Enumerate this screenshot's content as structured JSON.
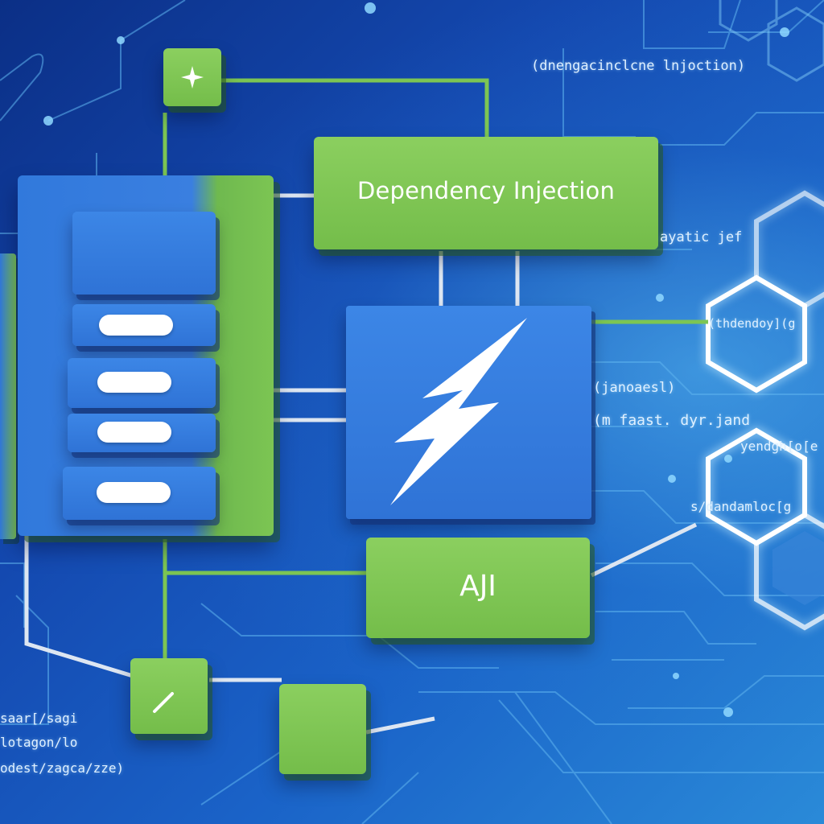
{
  "diagram": {
    "title_block_label": "Dependency Injection",
    "aji_block_label": "AJI"
  },
  "code_snippets": [
    "(dnengacinclcne lnjoction)",
    "ayatic jef",
    "(thdendoy](g",
    "(janoaesl)",
    "(m faast. dyr.jand",
    "yendgh[o[e",
    "s/dandamloc[g",
    "saar[/sagi",
    "lotagon/lo",
    "odest/zagca/zze)"
  ],
  "colors": {
    "green": "#7cc553",
    "blue": "#3179dc",
    "background": "#1449b0",
    "glow": "#8fd8ff"
  },
  "icons": [
    "sparkle-icon",
    "lightning-bolt-icon",
    "slash-icon"
  ]
}
